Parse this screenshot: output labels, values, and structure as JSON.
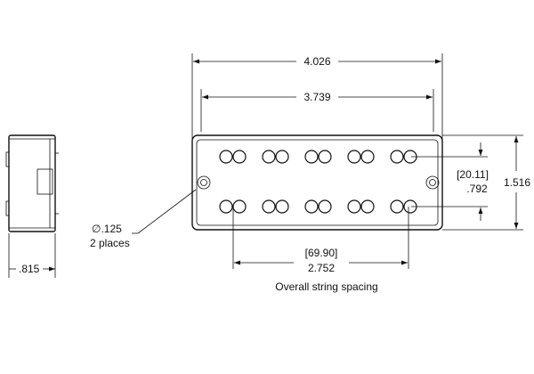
{
  "dimensions": {
    "overall_length": "4.026",
    "inner_length": "3.739",
    "height": "1.516",
    "depth": ".815",
    "pole_row_spacing_mm": "[20.11]",
    "pole_row_spacing_in": ".792",
    "string_spacing_mm": "[69.90]",
    "string_spacing_in": "2.752",
    "string_spacing_label": "Overall string spacing",
    "hole_diameter": "∅.125",
    "hole_count": "2 places"
  },
  "poles": {
    "per_row": 10,
    "rows": 2
  }
}
